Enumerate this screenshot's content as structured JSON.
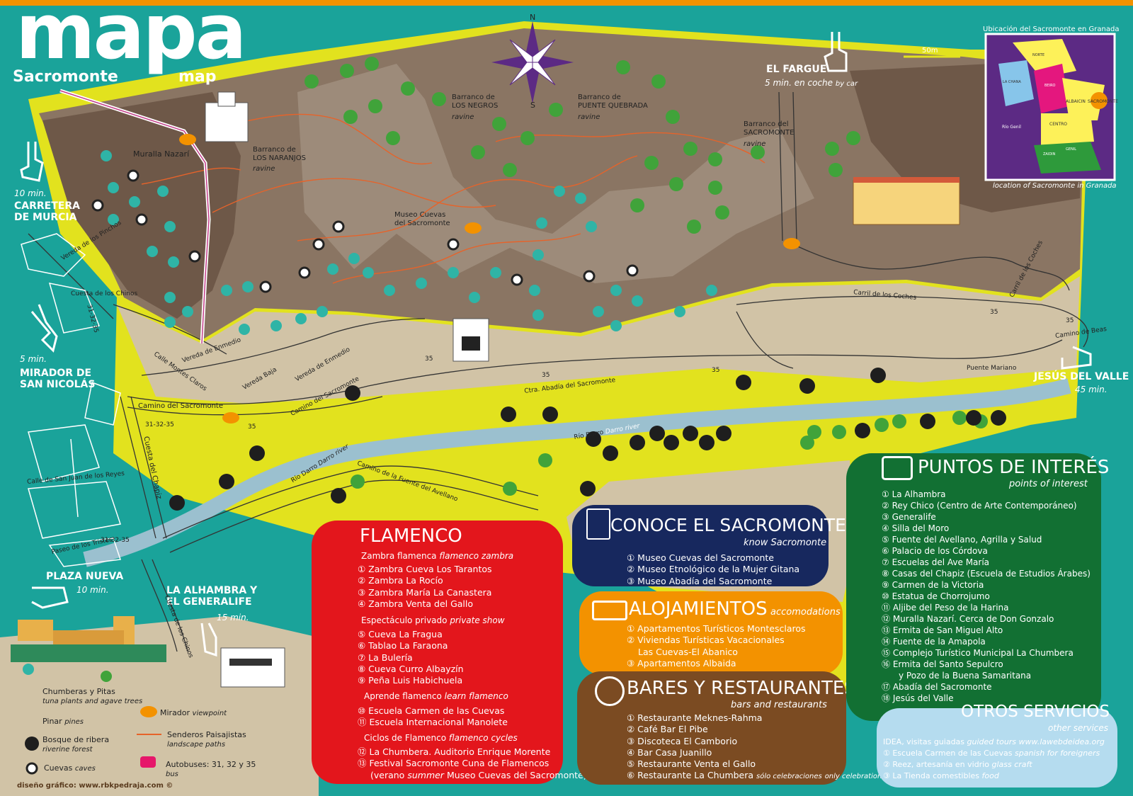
{
  "title": {
    "main": "mapa",
    "sub": "Sacromonte",
    "en": "map"
  },
  "compass": {
    "n": "N",
    "s": "S"
  },
  "scale": "50m",
  "inset": {
    "title": "Ubicación del Sacromonte en Granada",
    "caption": "location of Sacromonte in Granada",
    "districts": [
      "NORTE",
      "LA CHANA",
      "BEIRO",
      "ALBAICIN",
      "SACROMONTE",
      "CENTRO",
      "Río Genil",
      "GENIL",
      "ZAIDIN"
    ]
  },
  "places": {
    "fargue": "EL FARGUE",
    "fargue_time": "5 min. en coche",
    "fargue_by": "by car",
    "murcia_time": "10 min.",
    "murcia": "CARRETERA\nDE MURCIA",
    "nicolas_time": "5 min.",
    "nicolas": "MIRADOR DE\nSAN NICOLÁS",
    "nueva": "PLAZA NUEVA",
    "nueva_time": "10 min.",
    "alhambra": "LA ALHAMBRA Y\nEL GENERALIFE",
    "alhambra_time": "15 min.",
    "jesus": "JESÚS DEL VALLE",
    "jesus_time": "45 min."
  },
  "map_labels": {
    "muralla": "Muralla Nazarí",
    "naranjos": "Barranco de\nLOS NARANJOS",
    "naranjos_en": "ravine",
    "negros": "Barranco de\nLOS NEGROS",
    "negros_en": "ravine",
    "quebrada": "Barranco de\nPUENTE QUEBRADA",
    "quebrada_en": "ravine",
    "sacro": "Barranco del\nSACROMONTE",
    "sacro_en": "ravine",
    "museo": "Museo Cuevas\ndel Sacromonte"
  },
  "streets": {
    "pinchos": "Vereda de los Pinchos",
    "chinos": "Cuesta de los Chinos",
    "bus1": "31-32-35",
    "enmedio": "Vereda de Enmedio",
    "enmedio2": "Vereda de Enmedio",
    "baja": "Vereda Baja",
    "montes": "Calle Montes Claros",
    "camino": "Camino del Sacromonte",
    "camino2": "Camino del Sacromonte",
    "bus2": "31-32-35",
    "chapiz": "Cuesta del Chapiz",
    "juan": "Calle de San Juan de los Reyes",
    "tristes": "Paseo de los Tristes",
    "bus3": "31-32-35",
    "avellano": "Camino de la Fuente del Avellano",
    "darro1": "Río Darro",
    "darro1_en": "Darro river",
    "darro2": "Río Darro",
    "darro2_en": "Darro river",
    "abadia": "Ctra. Abadía del Sacromonte",
    "coches": "Carril de los Coches",
    "coches2": "Carril de los Coches",
    "mariano": "Puente Mariano",
    "beas": "Camino de Beas",
    "chinos2": "Cuesta de los Chinos",
    "b35a": "35",
    "b35b": "35",
    "b35c": "35",
    "b35d": "35",
    "b35e": "35",
    "b35f": "35"
  },
  "flamenco": {
    "title": "FLAMENCO",
    "s1": "Zambra flamenca",
    "s1_en": "flamenco zambra",
    "i1": [
      "① Zambra Cueva Los Tarantos",
      "② Zambra La Rocío",
      "③ Zambra María La Canastera",
      "④ Zambra Venta del Gallo"
    ],
    "s2": "Espectáculo privado",
    "s2_en": "private show",
    "i2": [
      "⑤ Cueva La Fragua",
      "⑥ Tablao La Faraona",
      "⑦ La Bulería",
      "⑧ Cueva Curro Albayzín",
      "⑨ Peña Luis Habichuela"
    ],
    "s3": "Aprende flamenco",
    "s3_en": "learn flamenco",
    "i3": [
      "⑩ Escuela Carmen de las Cuevas",
      "⑪ Escuela Internacional Manolete"
    ],
    "s4": "Ciclos de Flamenco",
    "s4_en": "flamenco cycles",
    "i4": [
      "⑫ La Chumbera. Auditorio Enrique Morente",
      "⑬ Festival Sacromonte Cuna de Flamencos"
    ],
    "i4b_a": "(verano",
    "i4b_en": "summer",
    "i4b_b": "Museo Cuevas del Sacromonte)"
  },
  "conoce": {
    "title": "CONOCE EL SACROMONTE",
    "en": "know Sacromonte",
    "items": [
      "① Museo Cuevas del Sacromonte",
      "② Museo Etnológico de la Mujer Gitana",
      "③ Museo Abadía del Sacromonte"
    ]
  },
  "aloja": {
    "title": "ALOJAMIENTOS",
    "en": "accomodations",
    "items": [
      "① Apartamentos Turísticos Montesclaros",
      "② Viviendas Turísticas Vacacionales",
      "Las Cuevas-El Abanico",
      "③ Apartamentos Albaida"
    ]
  },
  "bares": {
    "title": "BARES Y RESTAURANTES",
    "en": "bars and restaurants",
    "items": [
      "① Restaurante Meknes-Rahma",
      "② Café Bar El Pibe",
      "③ Discoteca El Camborio",
      "④ Bar Casa Juanillo",
      "⑤ Restaurante Venta el Gallo"
    ],
    "last": "⑥ Restaurante La Chumbera",
    "last_note": "sólo celebraciones",
    "last_en": "only celebrations"
  },
  "puntos": {
    "title": "PUNTOS DE INTERÉS",
    "en": "points of interest",
    "items": [
      "① La Alhambra",
      "② Rey Chico (Centro de Arte Contemporáneo)",
      "③ Generalife",
      "④ Silla del Moro",
      "⑤ Fuente del Avellano, Agrilla y Salud",
      "⑥ Palacio de los Córdova",
      "⑦ Escuelas del Ave María",
      "⑧ Casas del Chapiz (Escuela de Estudios Árabes)",
      "⑨ Carmen de la Victoria",
      "⑩ Estatua de Chorrojumo",
      "⑪ Aljibe del Peso de la Harina",
      "⑫ Muralla Nazarí. Cerca de Don Gonzalo",
      "⑬ Ermita de San Miguel Alto",
      "⑭ Fuente de la Amapola",
      "⑮ Complejo Turístico Municipal La Chumbera",
      "⑯ Ermita del Santo Sepulcro",
      "y Pozo de la Buena Samaritana",
      "⑰ Abadía del Sacromonte",
      "⑱ Jesús del Valle"
    ]
  },
  "otros": {
    "title": "OTROS SERVICIOS",
    "en": "other services",
    "i1": "IDEA, visitas guiadas",
    "i1_en": "guided tours",
    "i1_url": "www.laweb­deidea.org",
    "i2": "① Escuela Carmen de las Cuevas",
    "i2_en": "spanish for foreigners",
    "i3": "② Reez, artesanía en vidrio",
    "i3_en": "glass craft",
    "i4": "③ La Tienda comestibles",
    "i4_en": "food"
  },
  "legend": {
    "chumberas": "Chumberas y Pitas",
    "chumberas_en": "tuna plants and agave trees",
    "pinar": "Pinar",
    "pinar_en": "pines",
    "mirador": "Mirador",
    "mirador_en": "viewpoint",
    "bosque": "Bosque de ribera",
    "bosque_en": "riverine forest",
    "senderos": "Senderos Paisajistas",
    "senderos_en": "landscape paths",
    "cuevas": "Cuevas",
    "cuevas_en": "caves",
    "autobuses": "Autobuses: 31, 32 y 35",
    "autobuses_en": "bus"
  },
  "credit": "diseño gráfico: www.rbkpedraja.com ©",
  "colors": {
    "teal": "#1aa39a",
    "yellow": "#e2e21e",
    "red": "#e3161c",
    "navy": "#17285e",
    "orange": "#f39200",
    "brown": "#7b4b22",
    "green": "#127033",
    "lightblue": "#b5dcef",
    "purple": "#5c2a84",
    "hill": "#8a7563"
  }
}
